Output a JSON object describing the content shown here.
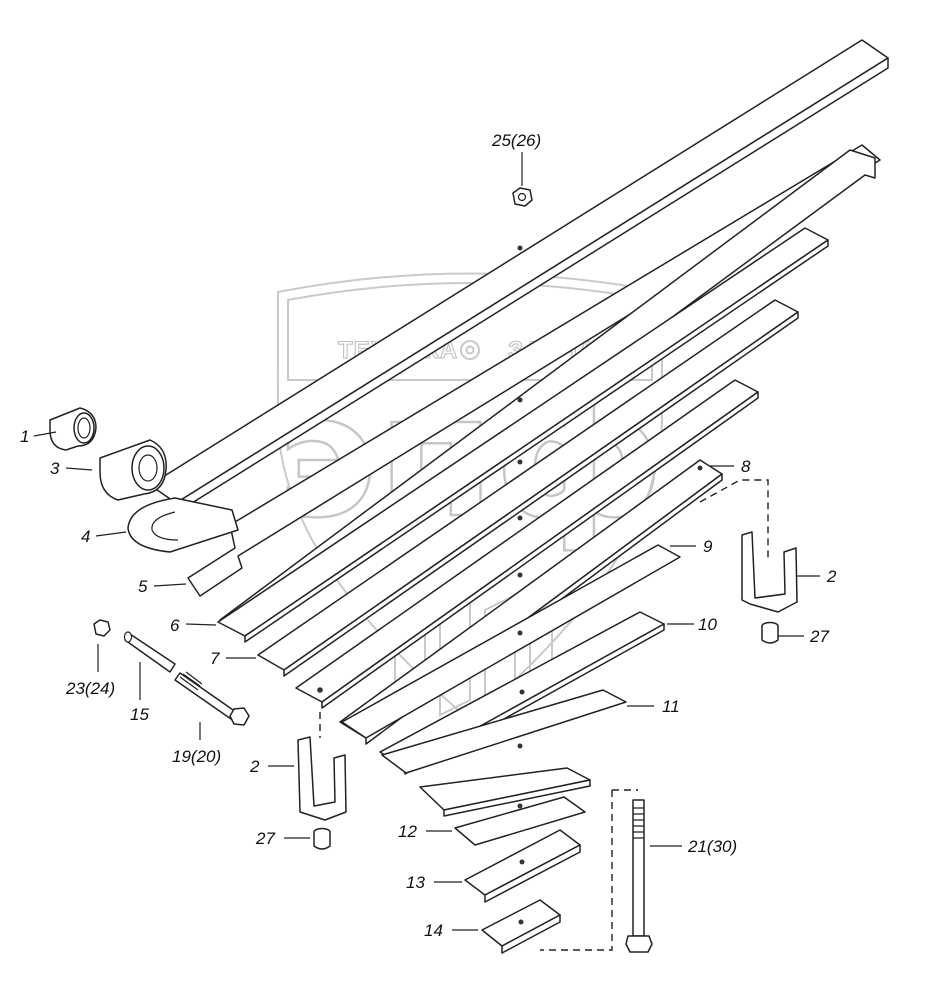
{
  "watermark": {
    "left_word": "ТЕХНИКА",
    "right_word": "ЗАПЧАСТИ",
    "logo_letters": "эпф",
    "color": "#c0c0c0"
  },
  "labels": {
    "p1": "1",
    "p3": "3",
    "p4": "4",
    "p5": "5",
    "p6": "6",
    "p7": "7",
    "p8": "8",
    "p9": "9",
    "p10": "10",
    "p11": "11",
    "p12": "12",
    "p13": "13",
    "p14": "14",
    "p2_right": "2",
    "p2_left": "2",
    "p27_right": "27",
    "p27_left": "27",
    "p25": "25(26)",
    "p23": "23(24)",
    "p15": "15",
    "p19": "19(20)",
    "p21": "21(30)"
  },
  "colors": {
    "line": "#222222",
    "background": "#ffffff",
    "watermark": "#c0c0c0"
  }
}
